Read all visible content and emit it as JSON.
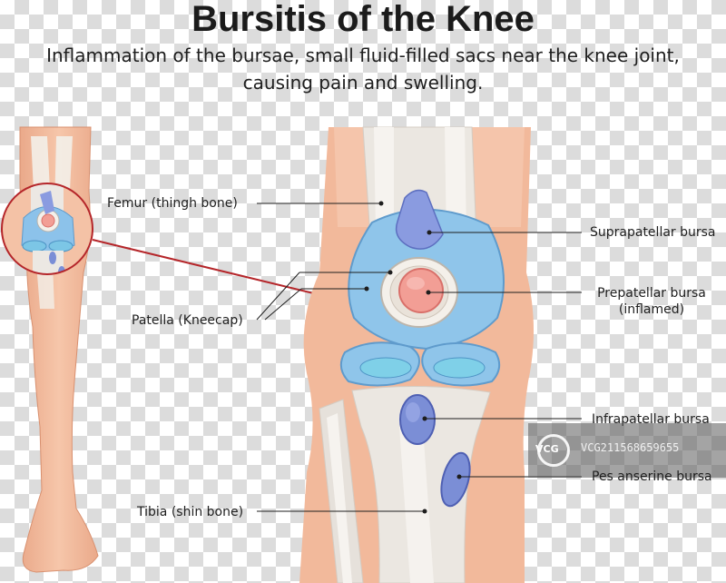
{
  "title": "Bursitis of the Knee",
  "subtitle_line1": "Inflammation of the bursae, small fluid-filled sacs near the knee joint,",
  "subtitle_line2": "causing pain and swelling.",
  "labels": {
    "femur": "Femur (thingh bone)",
    "patella": "Patella (Kneecap)",
    "tibia": "Tibia (shin bone)",
    "suprapatellar": "Suprapatellar bursa",
    "prepatellar_line1": "Prepatellar bursa",
    "prepatellar_line2": "(inflamed)",
    "infrapatellar": "Infrapatellar bursa",
    "pes_anserine": "Pes anserine bursa"
  },
  "watermark": {
    "brand": "VCG",
    "id": "VCG211568659655"
  },
  "colors": {
    "skin": "#f2b99b",
    "bone": "#e9e6e2",
    "cartilage": "#8fc5ea",
    "bursa": "#7b8ed6",
    "inflamed": "#f29e95",
    "zoom_ring": "#b5262a"
  }
}
